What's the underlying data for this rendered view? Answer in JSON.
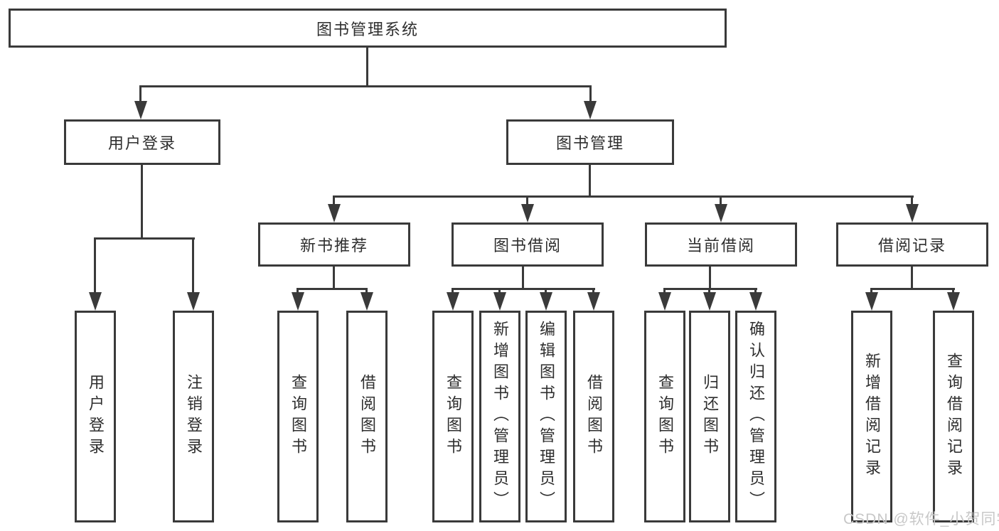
{
  "diagram": {
    "root": {
      "label": "图书管理系统"
    },
    "level2": {
      "user_login": {
        "label": "用户登录"
      },
      "book_management": {
        "label": "图书管理"
      }
    },
    "level3": {
      "new_book_recommend": {
        "label": "新书推荐"
      },
      "book_borrow": {
        "label": "图书借阅"
      },
      "current_borrow": {
        "label": "当前借阅"
      },
      "borrow_record": {
        "label": "借阅记录"
      }
    },
    "leaves": {
      "user_login": [
        "用户登录",
        "注销登录"
      ],
      "new_book_recommend": [
        "查询图书",
        "借阅图书"
      ],
      "book_borrow": [
        "查询图书",
        "新增图书（管理员）",
        "编辑图书（管理员）",
        "借阅图书"
      ],
      "current_borrow": [
        "查询图书",
        "归还图书",
        "确认归还（管理员）"
      ],
      "borrow_record": [
        "新增借阅记录",
        "查询借阅记录"
      ]
    }
  },
  "watermark": {
    "text": "CSDN @软件_小贺同学"
  },
  "colors": {
    "line": "#3a3a3a",
    "box_border": "#3a3a3a",
    "text": "#2e2e2e",
    "watermark": "#c8c8c8",
    "background": "#ffffff"
  }
}
